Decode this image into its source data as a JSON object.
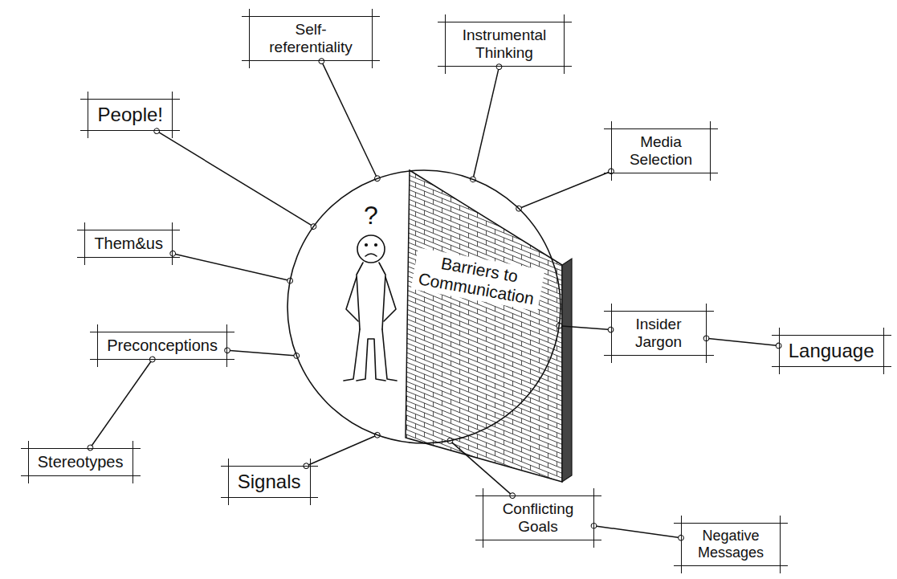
{
  "diagram": {
    "nodes": [
      {
        "text": [
          "Self-referentiality"
        ]
      },
      {
        "text": [
          "Instrumental Thinking"
        ]
      },
      {
        "text": [
          "People!"
        ]
      },
      {
        "text": [
          "Media Selection"
        ]
      },
      {
        "text": [
          "Them&us"
        ]
      },
      {
        "text": [
          "Barriers to Communication"
        ]
      },
      {
        "text": [
          "Insider Jargon"
        ]
      },
      {
        "text": [
          "Language"
        ]
      },
      {
        "text": [
          "Preconceptions"
        ]
      },
      {
        "text": [
          "Stereotypes"
        ]
      },
      {
        "text": [
          "Signals"
        ]
      },
      {
        "text": [
          "Conflicting Goals"
        ]
      },
      {
        "text": [
          "Negative Messages"
        ]
      }
    ],
    "edges": [
      {
        "from": 0,
        "to": 5,
        "arrow": "none"
      },
      {
        "from": 1,
        "to": 5,
        "arrow": "none"
      },
      {
        "from": 2,
        "to": 5,
        "arrow": "none"
      },
      {
        "from": 3,
        "to": 5,
        "arrow": "none"
      },
      {
        "from": 4,
        "to": 5,
        "arrow": "none"
      },
      {
        "from": 6,
        "to": 5,
        "arrow": "none"
      },
      {
        "from": 6,
        "to": 7,
        "arrow": "none"
      },
      {
        "from": 8,
        "to": 5,
        "arrow": "none"
      },
      {
        "from": 8,
        "to": 9,
        "arrow": "none"
      },
      {
        "from": 10,
        "to": 5,
        "arrow": "none"
      },
      {
        "from": 11,
        "to": 5,
        "arrow": "none"
      },
      {
        "from": 11,
        "to": 12,
        "arrow": "none"
      }
    ],
    "labels": [
      "?"
    ]
  }
}
